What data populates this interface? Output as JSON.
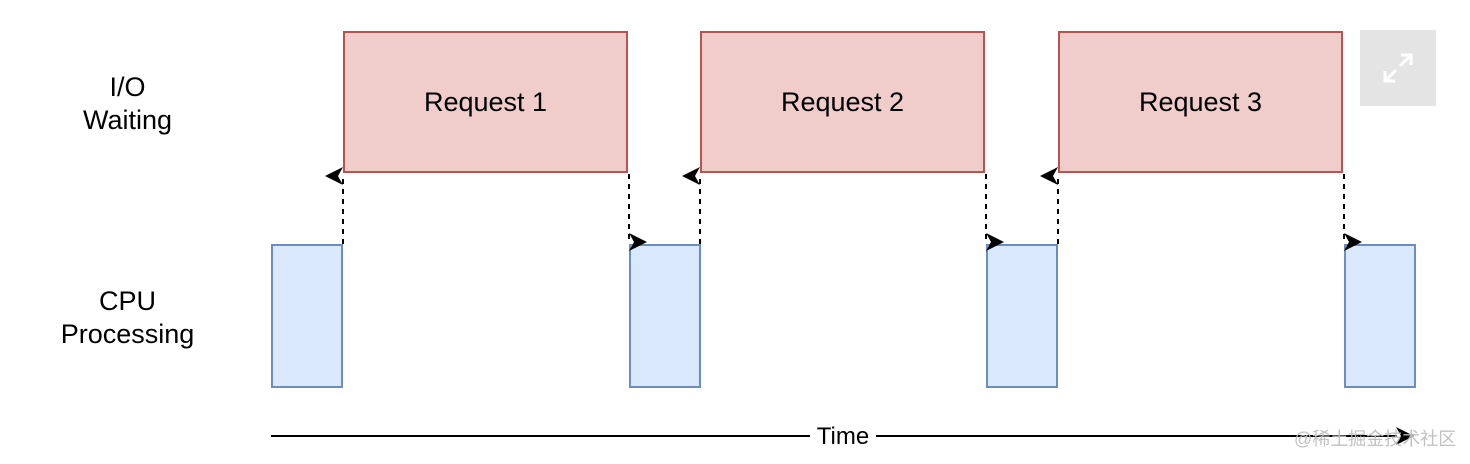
{
  "lanes": {
    "io": {
      "line1": "I/O",
      "line2": "Waiting"
    },
    "cpu": {
      "line1": "CPU",
      "line2": "Processing"
    }
  },
  "requests": [
    {
      "label": "Request 1"
    },
    {
      "label": "Request 2"
    },
    {
      "label": "Request 3"
    }
  ],
  "axis": {
    "label": "Time"
  },
  "controls": {
    "expand_icon": "expand-icon"
  },
  "watermark": "@稀土掘金技术社区",
  "colors": {
    "request_fill": "#f0cdca",
    "request_border": "#b85450",
    "cpu_fill": "#dae8fc",
    "cpu_border": "#6c8ebf",
    "arrow": "#000000",
    "expand_bg": "#e4e4e4"
  }
}
